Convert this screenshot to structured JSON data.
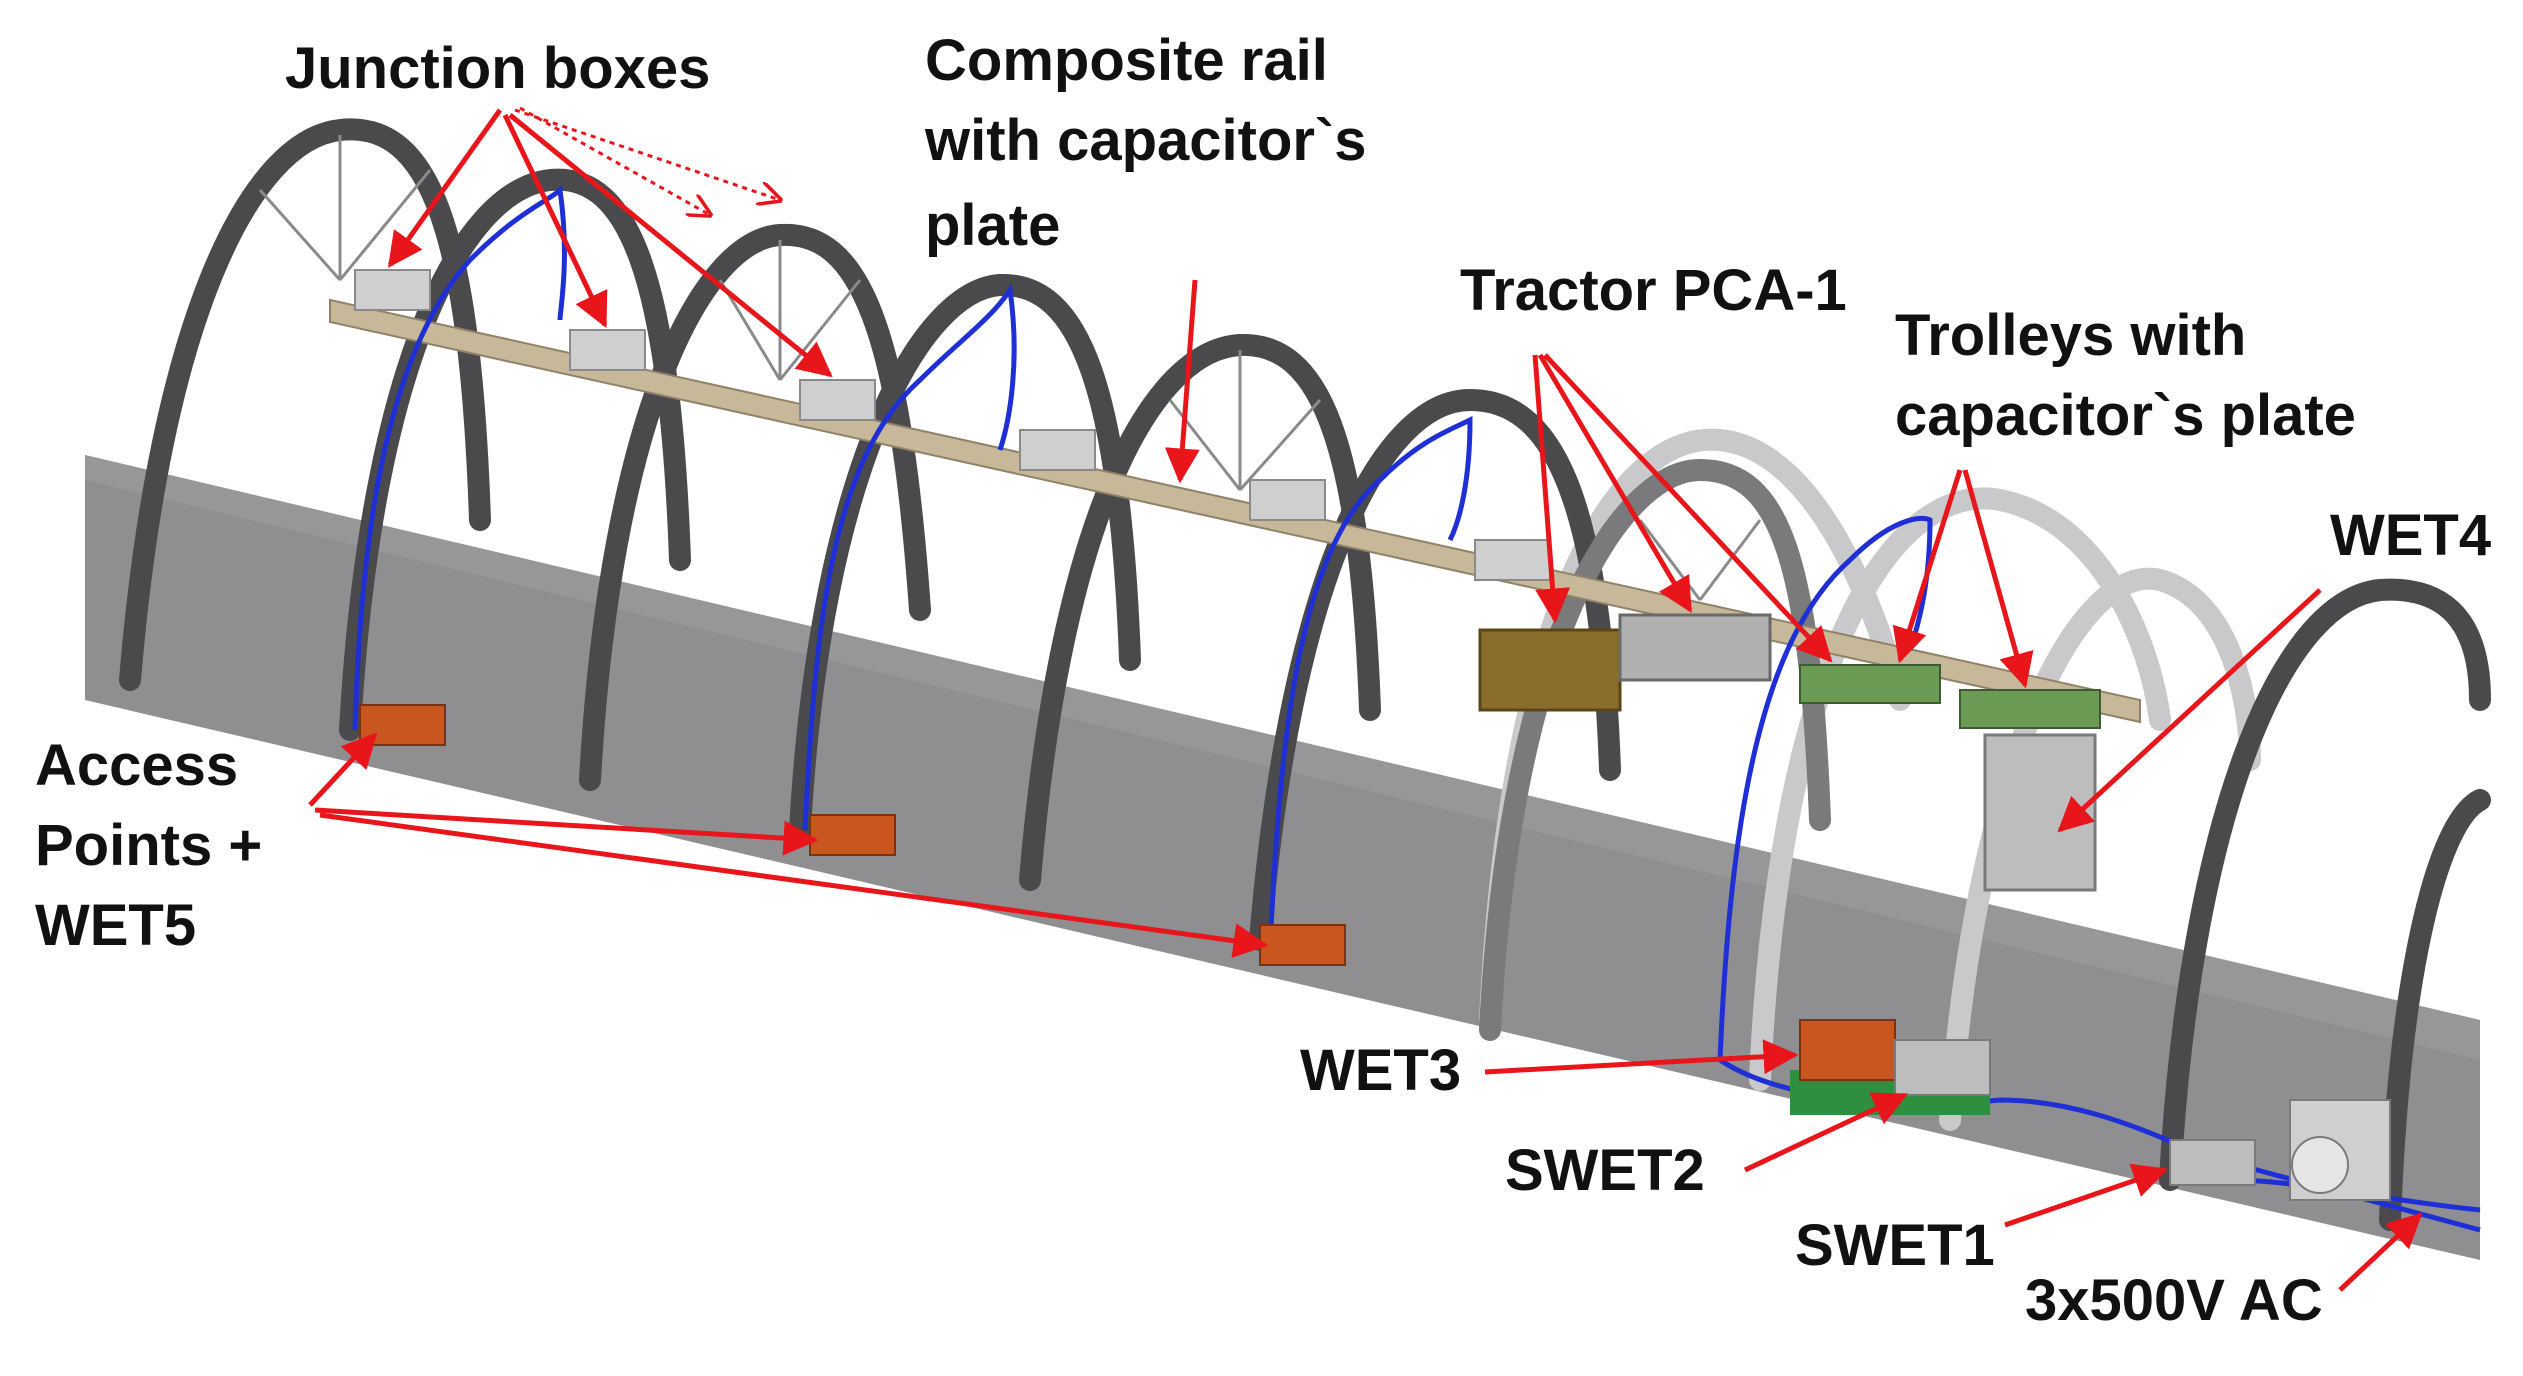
{
  "labels": {
    "junction_boxes": "Junction boxes",
    "composite_rail": [
      "Composite rail",
      "with capacitor`s",
      "plate"
    ],
    "tractor": "Tractor PCA-1",
    "trolleys": [
      "Trolleys with",
      "capacitor`s plate"
    ],
    "wet4": "WET4",
    "access_points": [
      "Access",
      "Points +",
      "WET5"
    ],
    "wet3": "WET3",
    "swet2": "SWET2",
    "swet1": "SWET1",
    "power": "3x500V AC"
  },
  "colors": {
    "arrow": "#e8151b",
    "cable": "#1f2fd6",
    "arch": "#4a4a4c",
    "arch_faded": "#c9c9cb",
    "floor": "#8f8f91",
    "floor_front": "#a3a3a5",
    "rail": "#c8b89a",
    "junction_box": "#cfcfcf",
    "access_point": "#c8561e",
    "tractor": "#8a6d2a",
    "enclosure": "#bdbdbd",
    "board": "#2e8f3e"
  },
  "icons": [
    "arrow-icon",
    "dotted-arrow-icon"
  ]
}
